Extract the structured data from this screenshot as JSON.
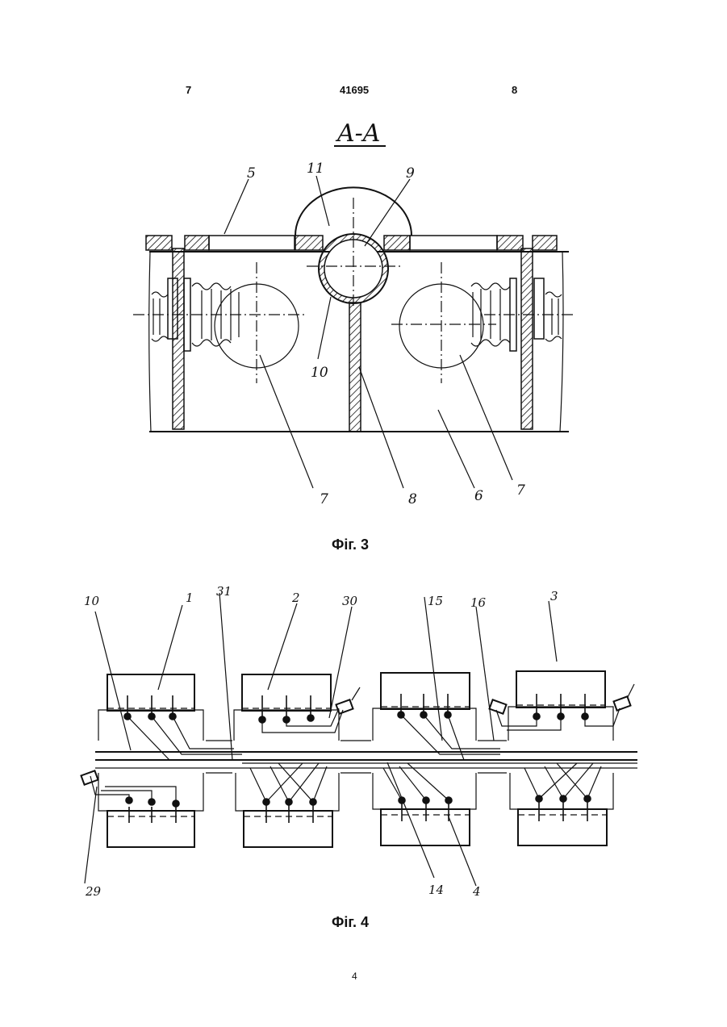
{
  "header": {
    "left_page": "7",
    "patent_number": "41695",
    "right_page": "8"
  },
  "figure3": {
    "section_title": "A-A",
    "labels": {
      "l5": "5",
      "l11": "11",
      "l9": "9",
      "l10": "10",
      "l7a": "7",
      "l8": "8",
      "l6": "6",
      "l7b": "7"
    },
    "caption": "Фіг. 3"
  },
  "figure4": {
    "labels": {
      "l10": "10",
      "l1": "1",
      "l31": "31",
      "l2": "2",
      "l30": "30",
      "l15": "15",
      "l16": "16",
      "l3": "3",
      "l29": "29",
      "l14": "14",
      "l4": "4"
    },
    "caption": "Фіг. 4"
  },
  "footer": {
    "page_number": "4"
  }
}
